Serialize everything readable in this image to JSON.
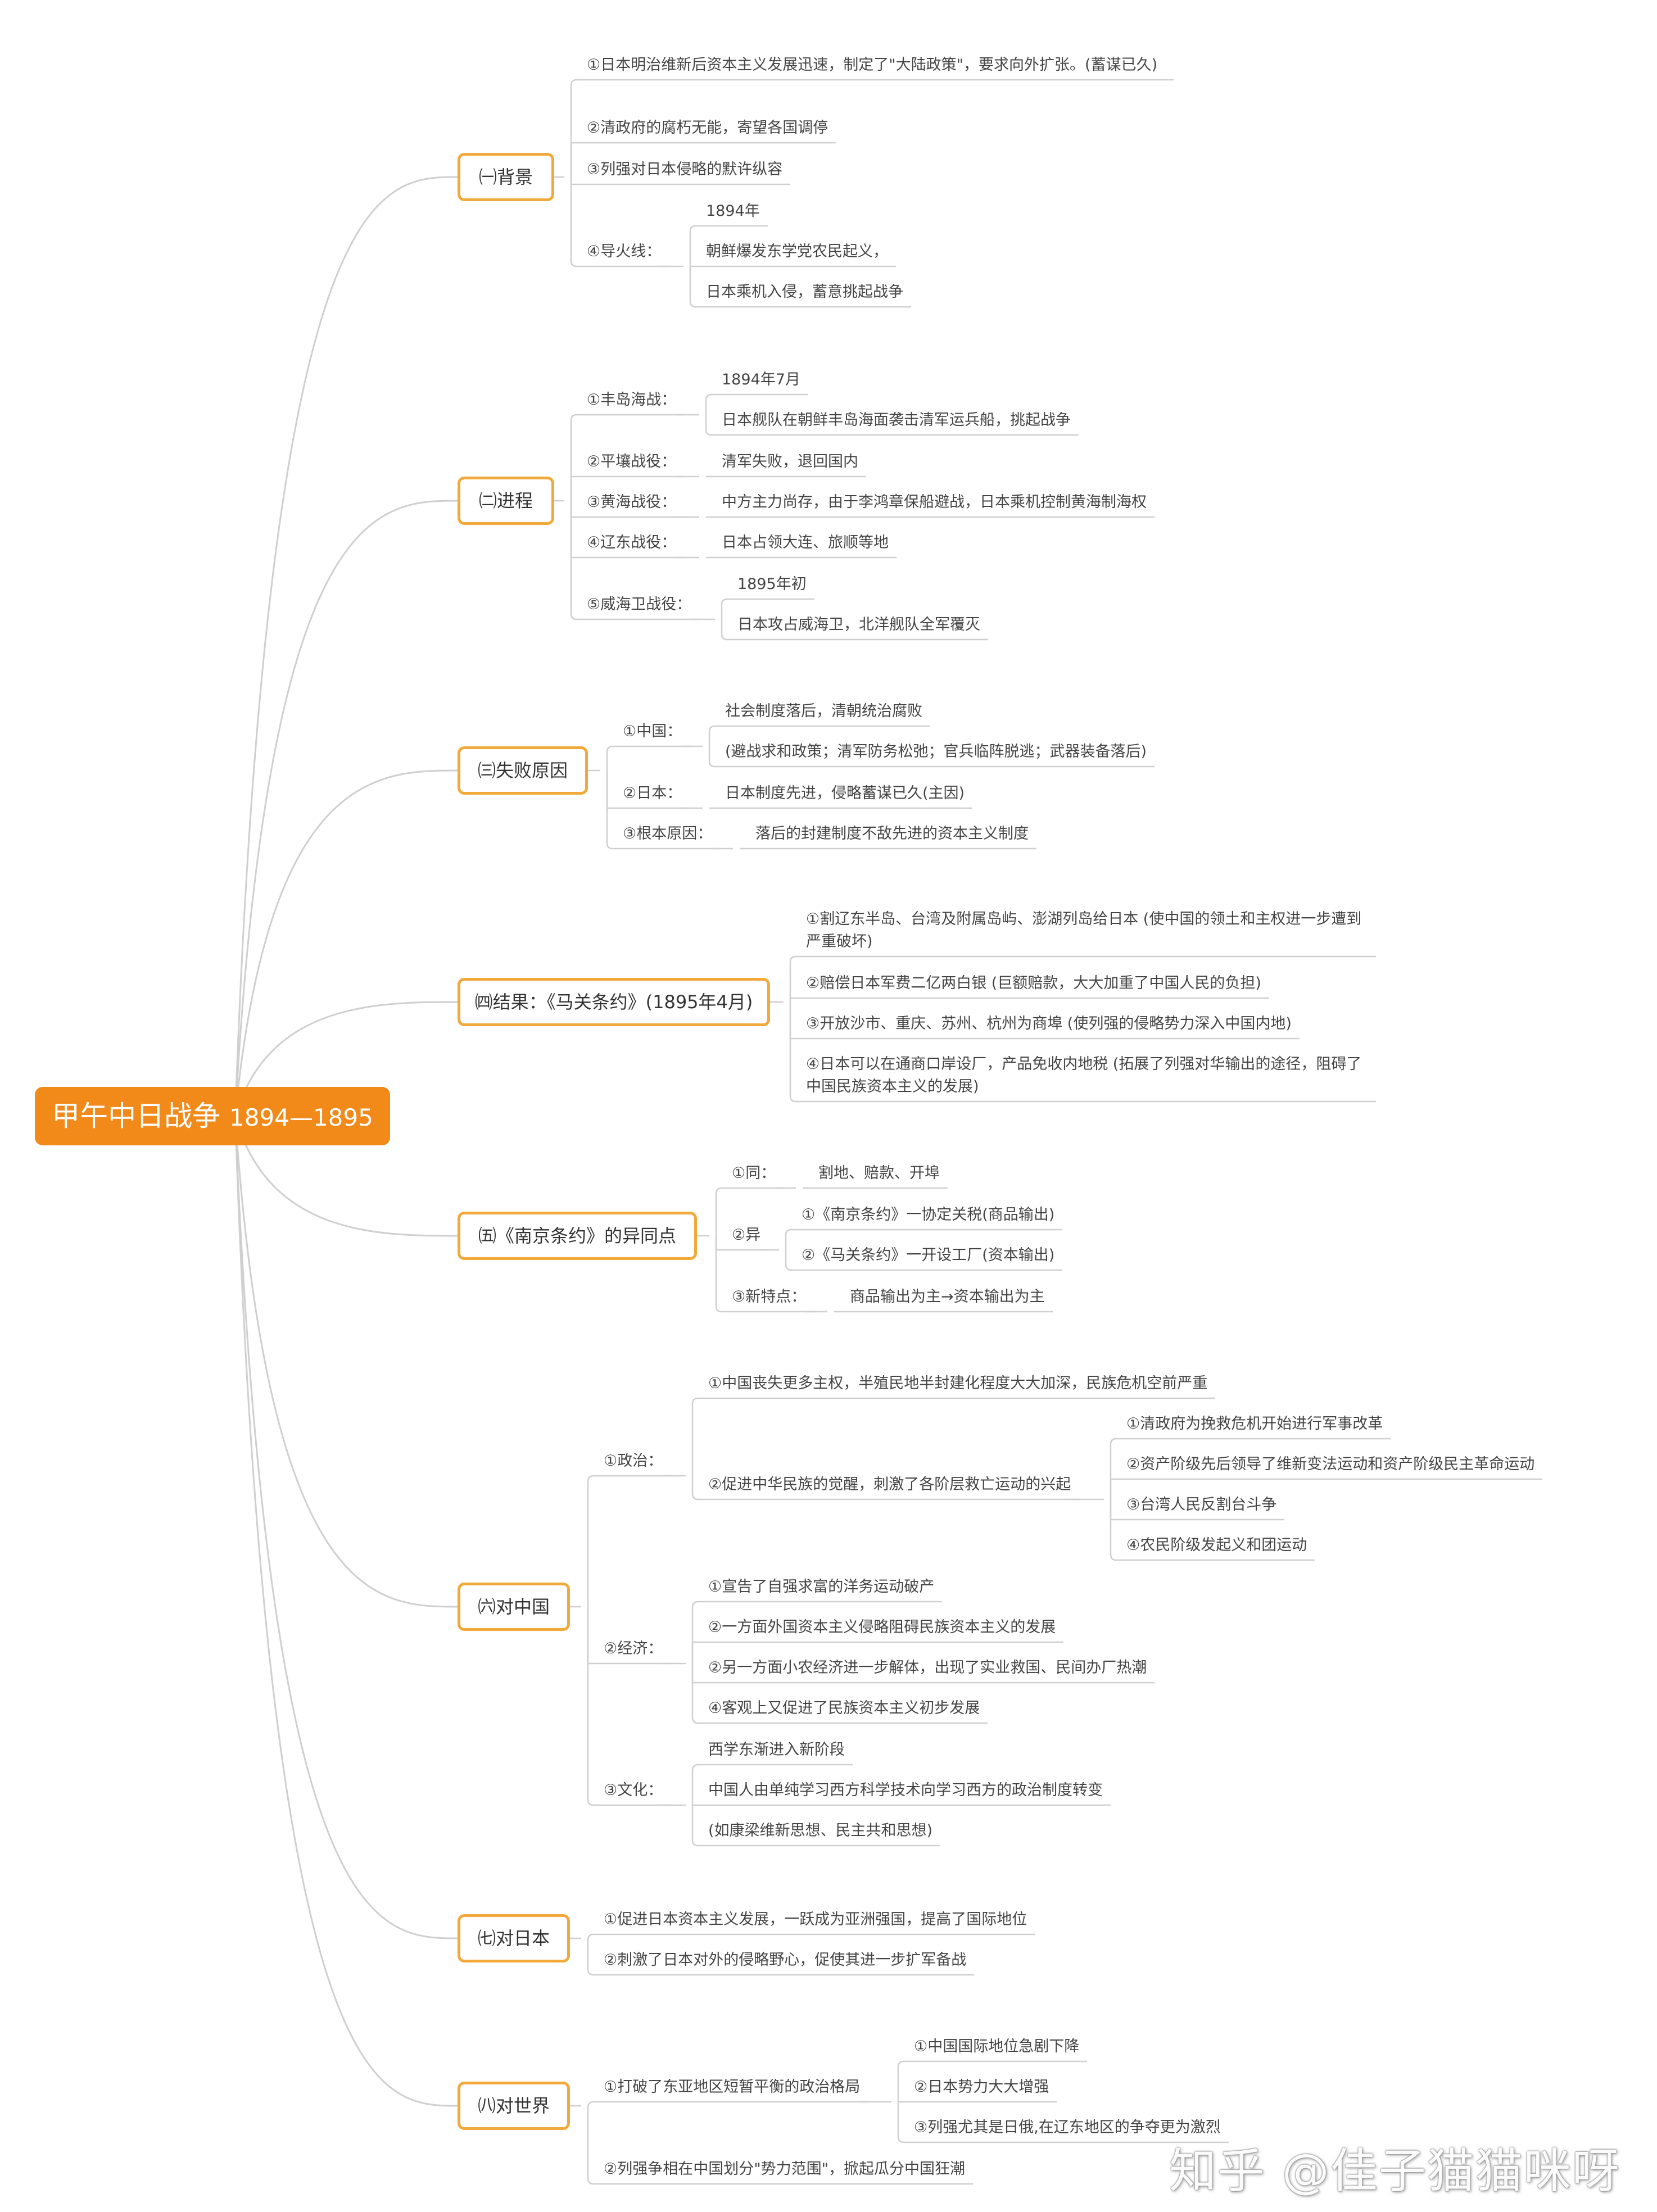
{
  "root": {
    "title": "甲午中日战争",
    "years": "1894—1895"
  },
  "colors": {
    "root": "#f28a1a",
    "topic_border": "#f2a93b",
    "line": "#cfcfcf"
  },
  "watermark": "知乎 @佳子猫猫咪呀",
  "topics": {
    "t1": "㈠背景",
    "t2": "㈡进程",
    "t3": "㈢失败原因",
    "t4": "㈣结果：《马关条约》(1895年4月)",
    "t5": "㈤《南京条约》的异同点",
    "t6": "㈥对中国",
    "t7": "㈦对日本",
    "t8": "㈧对世界"
  },
  "nodes": {
    "b1": "①日本明治维新后资本主义发展迅速，制定了\"大陆政策\"，要求向外扩张。(蓄谋已久)",
    "b2": "②清政府的腐朽无能，寄望各国调停",
    "b3": "③列强对日本侵略的默许纵容",
    "b4": "④导火线：",
    "b4a": "1894年",
    "b4b": "朝鲜爆发东学党农民起义，",
    "b4c": "日本乘机入侵，蓄意挑起战争",
    "p1": "①丰岛海战：",
    "p1a": "1894年7月",
    "p1b": "日本舰队在朝鲜丰岛海面袭击清军运兵船，挑起战争",
    "p2": "②平壤战役：",
    "p2a": "清军失败，退回国内",
    "p3": "③黄海战役：",
    "p3a": "中方主力尚存，由于李鸿章保船避战，日本乘机控制黄海制海权",
    "p4": "④辽东战役：",
    "p4a": "日本占领大连、旅顺等地",
    "p5": "⑤威海卫战役：",
    "p5a": "1895年初",
    "p5b": "日本攻占威海卫，北洋舰队全军覆灭",
    "f1": "①中国：",
    "f1a": "社会制度落后，清朝统治腐败",
    "f1b": "(避战求和政策；清军防务松弛；官兵临阵脱逃；武器装备落后)",
    "f2": "②日本：",
    "f2a": "日本制度先进，侵略蓄谋已久(主因)",
    "f3": "③根本原因：",
    "f3a": "落后的封建制度不敌先进的资本主义制度",
    "r1": "①割辽东半岛、台湾及附属岛屿、澎湖列岛给日本 (使中国的领土和主权进一步遭到严重破坏)",
    "r2": "②赔偿日本军费二亿两白银 (巨额赔款，大大加重了中国人民的负担)",
    "r3": "③开放沙市、重庆、苏州、杭州为商埠 (使列强的侵略势力深入中国内地)",
    "r4": "④日本可以在通商口岸设厂，产品免收内地税 (拓展了列强对华输出的途径，阻碍了中国民族资本主义的发展)",
    "n1": "①同：",
    "n1a": "割地、赔款、开埠",
    "n2": "②异",
    "n2a": "①《南京条约》一协定关税(商品输出)",
    "n2b": "②《马关条约》一开设工厂(资本输出)",
    "n3": "③新特点：",
    "n3a": "商品输出为主→资本输出为主",
    "c1": "①政治：",
    "c1a": "①中国丧失更多主权，半殖民地半封建化程度大大加深，民族危机空前严重",
    "c1b": "②促进中华民族的觉醒，刺激了各阶层救亡运动的兴起",
    "c1b1": "①清政府为挽救危机开始进行军事改革",
    "c1b2": "②资产阶级先后领导了维新变法运动和资产阶级民主革命运动",
    "c1b3": "③台湾人民反割台斗争",
    "c1b4": "④农民阶级发起义和团运动",
    "c2": "②经济：",
    "c2a": "①宣告了自强求富的洋务运动破产",
    "c2b": "②一方面外国资本主义侵略阻碍民族资本主义的发展",
    "c2c": "②另一方面小农经济进一步解体，出现了实业救国、民间办厂热潮",
    "c2d": "④客观上又促进了民族资本主义初步发展",
    "c3": "③文化：",
    "c3a": "西学东渐进入新阶段",
    "c3b": "中国人由单纯学习西方科学技术向学习西方的政治制度转变",
    "c3c": "(如康梁维新思想、民主共和思想)",
    "j1": "①促进日本资本主义发展，一跃成为亚洲强国，提高了国际地位",
    "j2": "②刺激了日本对外的侵略野心，促使其进一步扩军备战",
    "w1": "①打破了东亚地区短暂平衡的政治格局",
    "w1a": "①中国国际地位急剧下降",
    "w1b": "②日本势力大大增强",
    "w1c": "③列强尤其是日俄,在辽东地区的争夺更为激烈",
    "w2": "②列强争相在中国划分\"势力范围\"，掀起瓜分中国狂潮"
  }
}
